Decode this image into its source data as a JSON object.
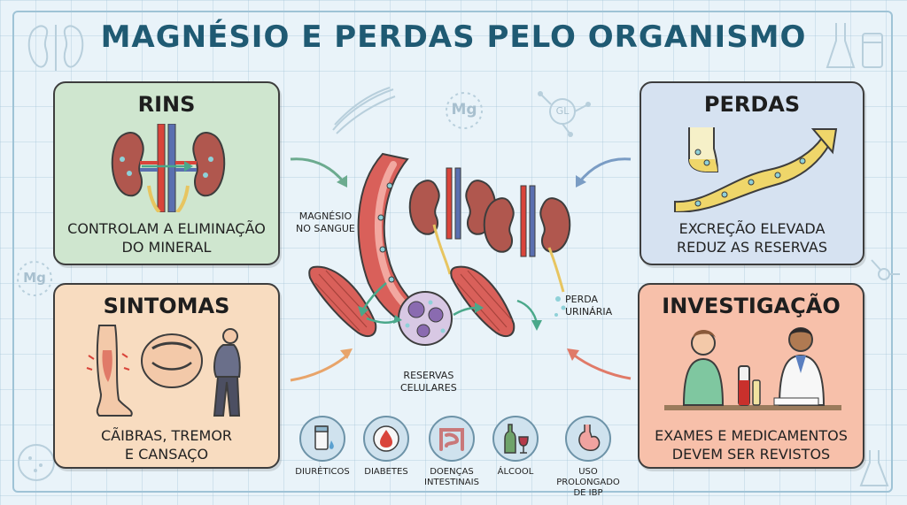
{
  "title": "MAGNÉSIO E PERDAS PELO ORGANISMO",
  "panels": {
    "rins": {
      "title": "RINS",
      "text": "CONTROLAM A ELIMINAÇÃO\nDO MINERAL"
    },
    "perdas": {
      "title": "PERDAS",
      "text": "EXCREÇÃO ELEVADA\nREDUZ AS RESERVAS"
    },
    "sintomas": {
      "title": "SINTOMAS",
      "text": "CÃIBRAS, TREMOR\nE CANSAÇO"
    },
    "investigacao": {
      "title": "INVESTIGAÇÃO",
      "text": "EXAMES E MEDICAMENTOS\nDEVEM SER REVISTOS"
    }
  },
  "center": {
    "blood": "MAGNÉSIO\nNO SANGUE",
    "urine": "PERDA\nURINÁRIA",
    "reserves": "RESERVAS\nCELULARES"
  },
  "factors": [
    {
      "label": "DIURÉTICOS",
      "icon": "tube-icon"
    },
    {
      "label": "DIABETES",
      "icon": "drop-icon"
    },
    {
      "label": "DOENÇAS\nINTESTINAIS",
      "icon": "intestine-icon"
    },
    {
      "label": "ÁLCOOL",
      "icon": "bottle-icon"
    },
    {
      "label": "USO PROLONGADO\nDE IBP",
      "icon": "stomach-icon"
    }
  ],
  "decor": {
    "mg_symbol": "Mg",
    "gl_symbol": "GL"
  },
  "colors": {
    "title": "#1f5a73",
    "rins_panel": "#cfe6cf",
    "perdas_panel": "#d6e2f1",
    "sintomas_panel": "#f8dcc0",
    "investigacao_panel": "#f7c0aa",
    "kidney": "#b0574e",
    "vessel_red": "#d9443a",
    "vessel_blue": "#5a6fb0"
  }
}
